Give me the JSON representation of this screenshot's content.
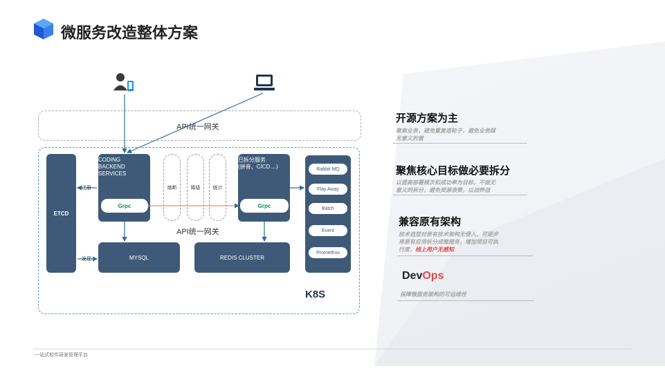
{
  "title": "微服务改造整体方案",
  "footer": "一站式软件研发管理平台",
  "diagram": {
    "gateway_top": "API统一网关",
    "gateway_mid": "API统一网关",
    "etcd": "ETCD",
    "coding_lines": [
      "CODING",
      "BACKEND",
      "SERVICES"
    ],
    "split_lines": [
      "已拆分服务",
      "(拼音、CICD....)"
    ],
    "grpc_left": "Grpc",
    "grpc_right": "Grpc",
    "register": "注册",
    "discover": "发现",
    "mysql": "MYSQL",
    "redis": "REDIS CLUSTER",
    "circuit": "熔断",
    "degrade": "降级",
    "stats": "统计",
    "k8s": "K8S",
    "side_services": [
      "Rabbit MQ",
      "Flay Away",
      "Batch",
      "Event",
      "Promethus"
    ]
  },
  "right_panel": {
    "items": [
      {
        "heading": "开源方案为主",
        "desc": [
          "聚焦业务，避免重复造轮子，避免业务踩",
          "无意义的雷"
        ]
      },
      {
        "heading": "聚焦核心目标做必要拆分",
        "desc": [
          "以提高部署频次和成功率为目标，不做无",
          "意义的拆分，避免资源浪费，以战养战"
        ]
      },
      {
        "heading": "兼容原有架构",
        "desc": [
          "技术选型对原有技术架构无侵入，可逐步",
          "将原有应用拆分成微服务，增加项目可执",
          "行度，"
        ],
        "highlight": "线上用户无感知"
      }
    ],
    "devops_prefix": "Dev",
    "devops_suffix": "Ops",
    "devops_desc": "保障微服务架构的可运维性"
  },
  "colors": {
    "block": "#3e5a78",
    "accent_red": "#e04848",
    "grpc_green": "#0a8a55",
    "arrow": "#2f6f9a"
  }
}
